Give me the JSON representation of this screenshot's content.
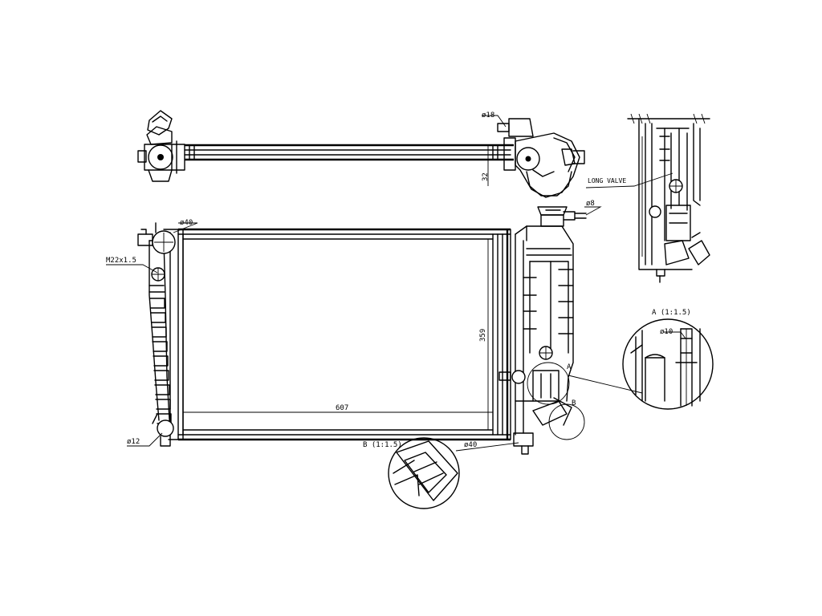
{
  "labels": {
    "top_diameter": "ø18",
    "top_height": "32",
    "left_diameter": "ø40",
    "left_thread": "M22x1.5",
    "left_bottom_diameter": "ø12",
    "core_width": "607",
    "core_height": "359",
    "tank_diameter": "ø8",
    "marker_a": "A",
    "marker_b": "B",
    "detail_a_title": "A (1:1.5)",
    "detail_a_diameter": "ø10",
    "detail_b_title": "B (1:1.5)",
    "detail_b_diameter": "ø40",
    "long_valve": "LONG VALVE"
  }
}
